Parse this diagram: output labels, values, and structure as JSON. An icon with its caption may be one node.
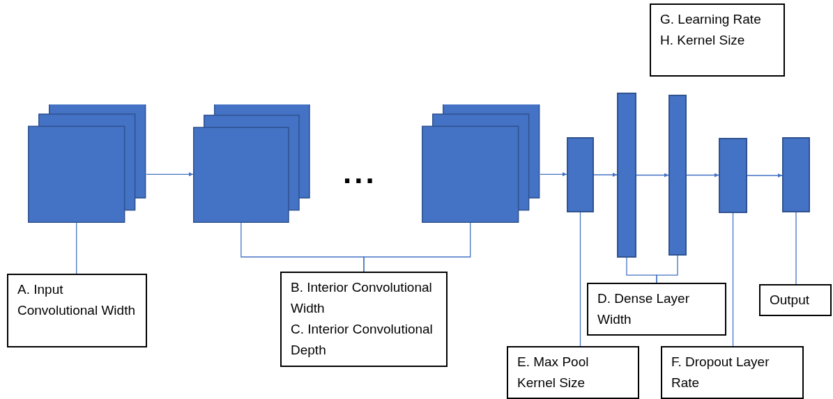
{
  "diagram": {
    "nodes": [
      {
        "text": [],
        "shape": "box"
      },
      {
        "text": [],
        "shape": "box"
      },
      {
        "text": [],
        "shape": "box"
      },
      {
        "text": [],
        "shape": "box"
      },
      {
        "text": [],
        "shape": "box"
      },
      {
        "text": [],
        "shape": "box"
      },
      {
        "text": [],
        "shape": "box"
      },
      {
        "text": [],
        "shape": "box"
      },
      {
        "text": [
          "A. Input Convolutional Width"
        ]
      },
      {
        "text": [
          "B. Interior Convolutional Width",
          "C. Interior Convolutional Depth"
        ]
      },
      {
        "text": [
          "D. Dense Layer Width"
        ]
      },
      {
        "text": [
          "E. Max Pool Kernel Size"
        ]
      },
      {
        "text": [
          "F. Dropout Layer Rate"
        ]
      },
      {
        "text": [
          "Output"
        ]
      },
      {
        "text": [
          "G. Learning Rate",
          "H. Kernel Size"
        ]
      }
    ],
    "edges": [
      {
        "from": 0,
        "to": 1,
        "arrow": "to"
      },
      {
        "from": 2,
        "to": 3,
        "arrow": "to"
      },
      {
        "from": 3,
        "to": 4,
        "arrow": "to"
      },
      {
        "from": 4,
        "to": 5,
        "arrow": "to"
      },
      {
        "from": 5,
        "to": 6,
        "arrow": "to"
      },
      {
        "from": 6,
        "to": 7,
        "arrow": "to"
      },
      {
        "from": 0,
        "to": 8,
        "arrow": "none"
      },
      {
        "from": 1,
        "to": 9,
        "arrow": "none"
      },
      {
        "from": 2,
        "to": 9,
        "arrow": "none"
      },
      {
        "from": 3,
        "to": 11,
        "arrow": "none"
      },
      {
        "from": 4,
        "to": 10,
        "arrow": "none"
      },
      {
        "from": 5,
        "to": 10,
        "arrow": "none"
      },
      {
        "from": 6,
        "to": 12,
        "arrow": "none"
      },
      {
        "from": 7,
        "to": 13,
        "arrow": "none"
      }
    ],
    "labels": [
      "..."
    ]
  }
}
